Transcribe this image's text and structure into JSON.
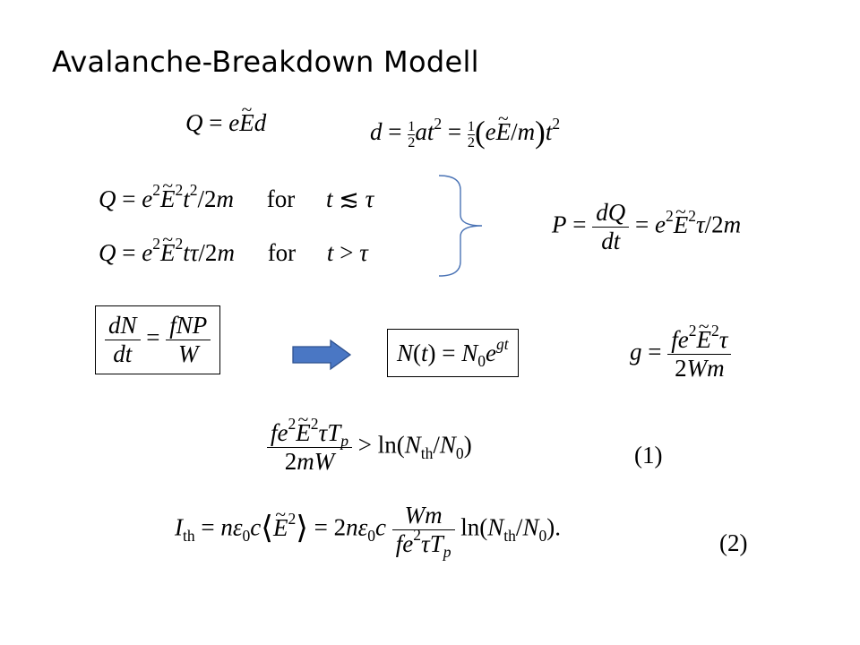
{
  "slide": {
    "title": "Avalanche-Breakdown Modell",
    "for_word": "for",
    "eq_labels": [
      "(1)",
      "(2)"
    ],
    "ln": "ln",
    "th": "th",
    "one": "1",
    "two": "2"
  },
  "colors": {
    "arrow_fill": "#4a77c4",
    "arrow_stroke": "#2f528f",
    "brace": "#4a73b5"
  },
  "icons": [
    "right-arrow-icon",
    "curly-brace-icon"
  ]
}
